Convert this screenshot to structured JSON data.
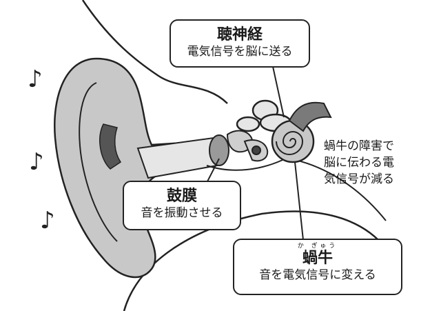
{
  "labels": {
    "auditory_nerve": {
      "title": "聴神経",
      "desc": "電気信号を脳に送る"
    },
    "eardrum": {
      "title": "鼓膜",
      "desc": "音を振動させる"
    },
    "cochlea": {
      "ruby": "か ぎゅう",
      "title": "蝸牛",
      "desc": "音を電気信号に変える"
    }
  },
  "side_note": {
    "lines": [
      "蝸牛の障害で",
      "脳に伝わる電",
      "気信号が減る"
    ]
  },
  "icons": {
    "music_note": "♪"
  },
  "colors": {
    "line": "#222222",
    "tissue": "#c8c8c8",
    "tissue_light": "#e6e6e6",
    "background": "#ffffff"
  }
}
